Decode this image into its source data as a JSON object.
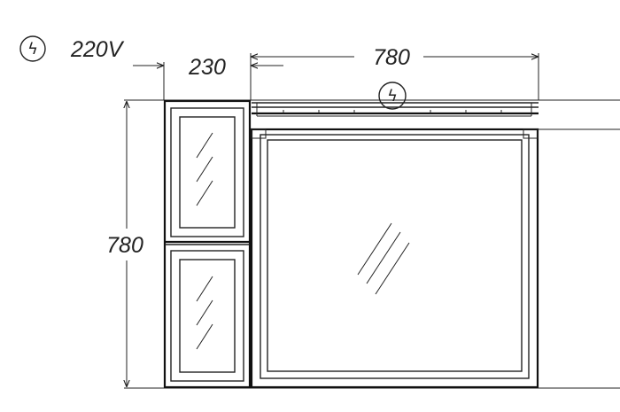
{
  "power_label": "220V",
  "dim_width_total": "780",
  "dim_width_cabinet": "230",
  "dim_height_total": "780",
  "power_icon_glyph": "ϟ",
  "line_color": "#222222",
  "background_color": "#ffffff"
}
